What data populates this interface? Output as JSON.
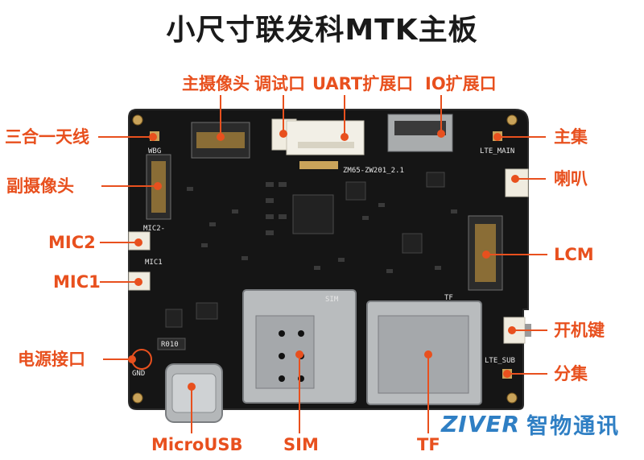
{
  "title": "小尺寸联发科MTK主板",
  "colors": {
    "label": "#e8501e",
    "pcb": "#151515",
    "silkscreen": "#e6e6e6",
    "brand_logo": "#2f7fc4",
    "brand_name": "#2f7fc4"
  },
  "labels": {
    "main_camera": "主摄像头",
    "debug_port": "调试口",
    "uart_port": "UART扩展口",
    "io_port": "IO扩展口",
    "antenna_3in1": "三合一天线",
    "sub_camera": "副摄像头",
    "mic2": "MIC2",
    "mic1": "MIC1",
    "power_port": "电源接口",
    "micro_usb": "MicroUSB",
    "sim": "SIM",
    "tf": "TF",
    "main_antenna": "主集",
    "speaker": "喇叭",
    "lcm": "LCM",
    "power_key": "开机键",
    "diversity_antenna": "分集"
  },
  "silkscreen": {
    "wbg": "WBG",
    "lte_main": "LTE_MAIN",
    "lte_sub": "LTE_SUB",
    "model": "ZM65-ZW201_2.1",
    "mic2": "MIC2-",
    "mic1": "MIC1",
    "sim": "SIM",
    "tf": "TF",
    "r010": "R010",
    "gnd": "GND"
  },
  "brand": {
    "logo_text": "ZIVER",
    "name": "智物通讯"
  }
}
